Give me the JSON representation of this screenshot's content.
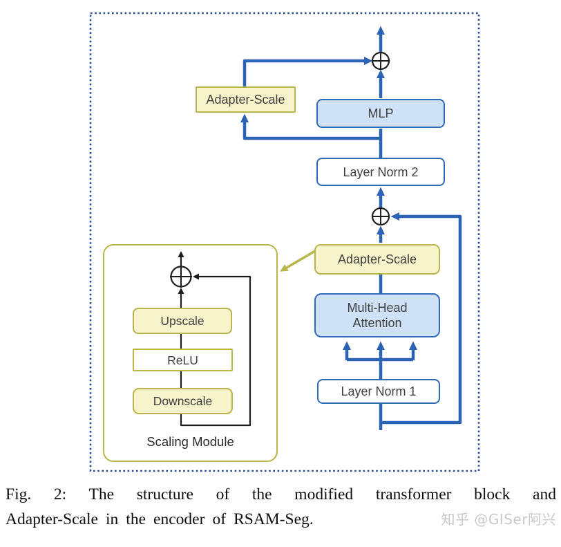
{
  "figure": {
    "caption": {
      "line1": "Fig. 2: The structure of the modified transformer block and",
      "line2": "Adapter-Scale in the encoder of RSAM-Seg.",
      "watermark": "知乎 @GISer阿兴"
    },
    "blocks": {
      "adapter_scale_top": {
        "label": "Adapter-Scale"
      },
      "mlp": {
        "label": "MLP"
      },
      "layer_norm_2": {
        "label": "Layer Norm 2"
      },
      "adapter_scale_mid": {
        "label": "Adapter-Scale"
      },
      "multi_head_attention": {
        "label_line1": "Multi-Head",
        "label_line2": "Attention"
      },
      "layer_norm_1": {
        "label": "Layer Norm 1"
      },
      "upscale": {
        "label": "Upscale"
      },
      "relu": {
        "label": "ReLU"
      },
      "downscale": {
        "label": "Downscale"
      },
      "scaling_module": {
        "label": "Scaling Module"
      }
    },
    "symbols": {
      "sum": "⊕"
    },
    "colors": {
      "flow_blue": "#2c63b4",
      "blue_box_border": "#2e6bb6",
      "blue_box_fill": "#cfe1f6",
      "yellow_box_fill": "#f7f3cb",
      "yellow_border": "#b9b54a",
      "dotted_frame": "#2b4a8e",
      "sum_node_stroke": "#1c1c1c",
      "caption_text": "#0d0d0d",
      "watermark_gray": "#c9c9c9"
    }
  }
}
